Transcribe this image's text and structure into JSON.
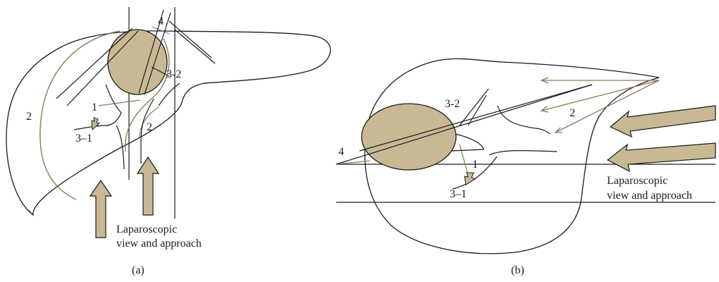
{
  "colors": {
    "outline": "#1a1a1a",
    "dissection_line": "#8a7a5a",
    "tumor_fill": "#c8b994",
    "arrow_fill": "#c8b994"
  },
  "panel_a": {
    "caption": "(a)",
    "labels": {
      "l1": "1",
      "l2_left": "2",
      "l2_center": "2",
      "l3_1": "3–1",
      "l3_2": "3-2",
      "l4": "4"
    },
    "annotation": {
      "line1": "Laparoscopic",
      "line2": "view and approach"
    }
  },
  "panel_b": {
    "caption": "(b)",
    "labels": {
      "l1": "1",
      "l2": "2",
      "l3_1": "3–1",
      "l3_2": "3-2",
      "l4": "4"
    },
    "annotation": {
      "line1": "Laparoscopic",
      "line2": "view and approach"
    }
  }
}
